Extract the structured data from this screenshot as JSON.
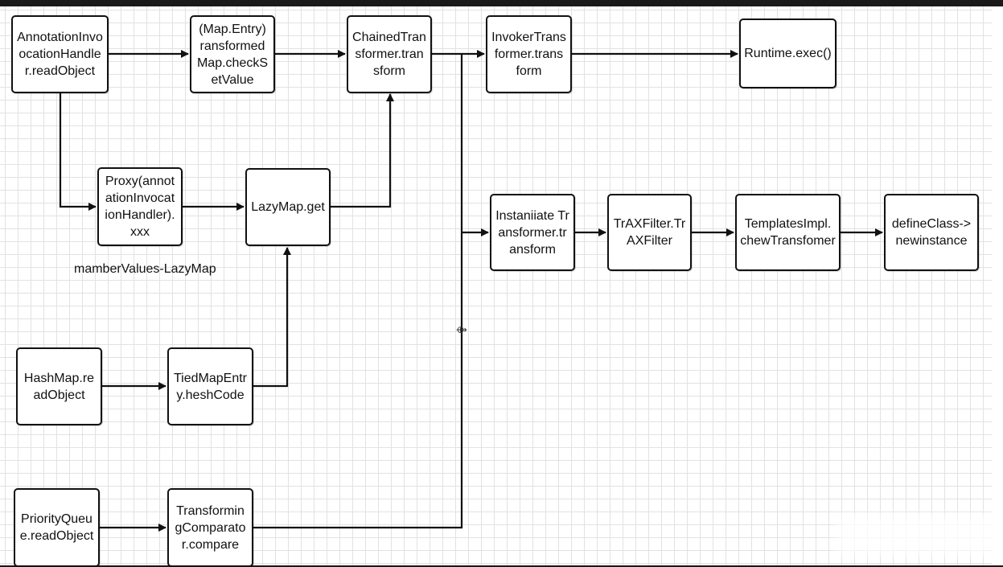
{
  "nodes": {
    "annotation_invocation_handler": "AnnotationInvo\nocationHandle\nr.readObject",
    "map_entry_checksetvalue": "(Map.Entry)\nransformed\nMap.checkS\netValue",
    "chained_transformer": "ChainedTran\nsformer.tran\nsform",
    "invoker_transformer": "InvokerTrans\nformer.trans\nform",
    "runtime_exec": "Runtime.exec()",
    "proxy_annotation_invocation_handler": "Proxy(annot\nationInvocat\nionHandler).\nxxx",
    "lazymap_get": "LazyMap.get",
    "instantiate_transformer": "Instaniiate Tr\nansformer.tr\nansform",
    "trax_filter": "TrAXFilter.Tr\nAXFilter",
    "templates_impl": "TemplatesImpl.\nchewTransfomer",
    "define_class": "defineClass->\nnewinstance",
    "hashmap_readobject": "HashMap.re\nadObject",
    "tiedmapentry_hashcode": "TiedMapEntr\ny.heshCode",
    "priorityqueue_readobject": "PriorityQueu\ne.readObject",
    "transforming_comparator": "Transformin\ngComparato\nr.compare"
  },
  "annotations": {
    "member_values": "mamberValues-LazyMap",
    "junction_glyph": "⟴"
  },
  "colors": {
    "line": "#111111",
    "node_border": "#111111",
    "grid": "#e2e2e2",
    "background": "#ffffff"
  }
}
